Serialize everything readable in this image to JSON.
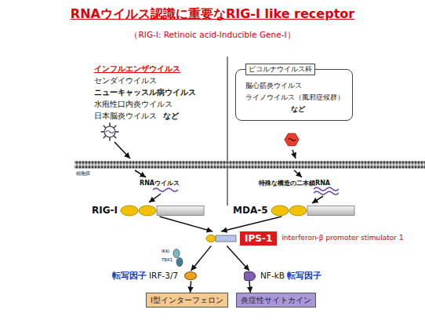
{
  "diagram": {
    "title": "RNAウイルス認識に重要なRIG-I like receptor",
    "nodes": [
      {
        "text": [
          "ピコルナウイルス科",
          "脳心筋炎ウイルス",
          "ライノウイルス（風邪症候群）",
          "など"
        ]
      },
      {
        "text": [
          "RIG-I"
        ]
      },
      {
        "text": [
          "MDA-5"
        ]
      },
      {
        "text": [
          "IPS-1"
        ]
      },
      {
        "text": [
          "転写因子",
          "IRF-3/7"
        ]
      },
      {
        "text": [
          "NF-kB",
          "転写因子"
        ]
      },
      {
        "text": [
          "I型インターフェロン"
        ]
      },
      {
        "text": [
          "炎症性サイトカイン"
        ]
      }
    ],
    "edges": [
      {
        "from": 1,
        "to": 3,
        "arrow": "to"
      },
      {
        "from": 2,
        "to": 3,
        "arrow": "to"
      },
      {
        "from": 3,
        "to": 4,
        "arrow": "to"
      },
      {
        "from": 3,
        "to": 5,
        "arrow": "to"
      },
      {
        "from": 4,
        "to": 6,
        "arrow": "to"
      },
      {
        "from": 5,
        "to": 7,
        "arrow": "to"
      }
    ],
    "labels": [
      "（RIG-I: Retinoic acid-Inducible Gene-I）",
      "インフルエンザウイルス",
      "センダイウイルス",
      "ニューキャッスル病ウイルス",
      "水疱性口内炎ウイルス",
      "日本脳炎ウイルス",
      "など",
      "細胞膜",
      "RNAウイルス",
      "特殊な構造の二本鎖RNA",
      "IKKi",
      "TBK1",
      "interferon-β promoter stimulator 1"
    ]
  }
}
